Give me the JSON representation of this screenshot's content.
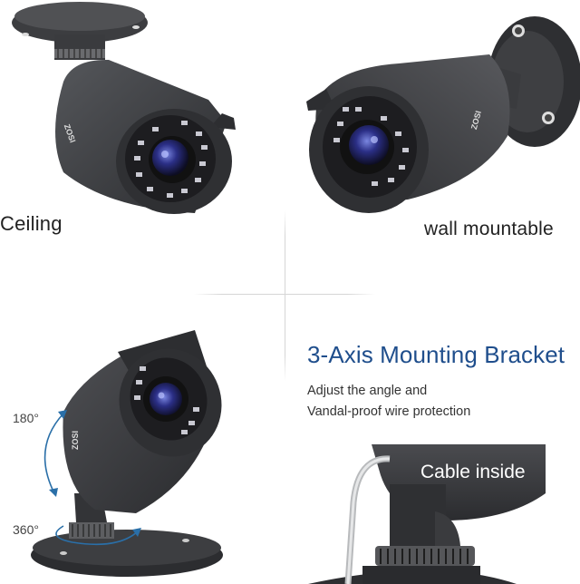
{
  "panels": {
    "ceiling": {
      "label": "Ceiling",
      "brand": "ZOSI"
    },
    "wall": {
      "label": "wall mountable",
      "brand": "ZOSI"
    },
    "rotation": {
      "brand": "ZOSI",
      "tilt_label": "180°",
      "pan_label": "360°"
    },
    "cable": {
      "label": "Cable inside"
    }
  },
  "feature": {
    "title": "3-Axis Mounting Bracket",
    "lines": [
      "Adjust the angle and",
      "Vandal-proof  wire protection"
    ]
  },
  "colors": {
    "title_blue": "#1f4e8c",
    "arrow_blue": "#2a6fa8",
    "camera_body": "#3a3b3e",
    "lens_blue": "#3b3f9a"
  }
}
